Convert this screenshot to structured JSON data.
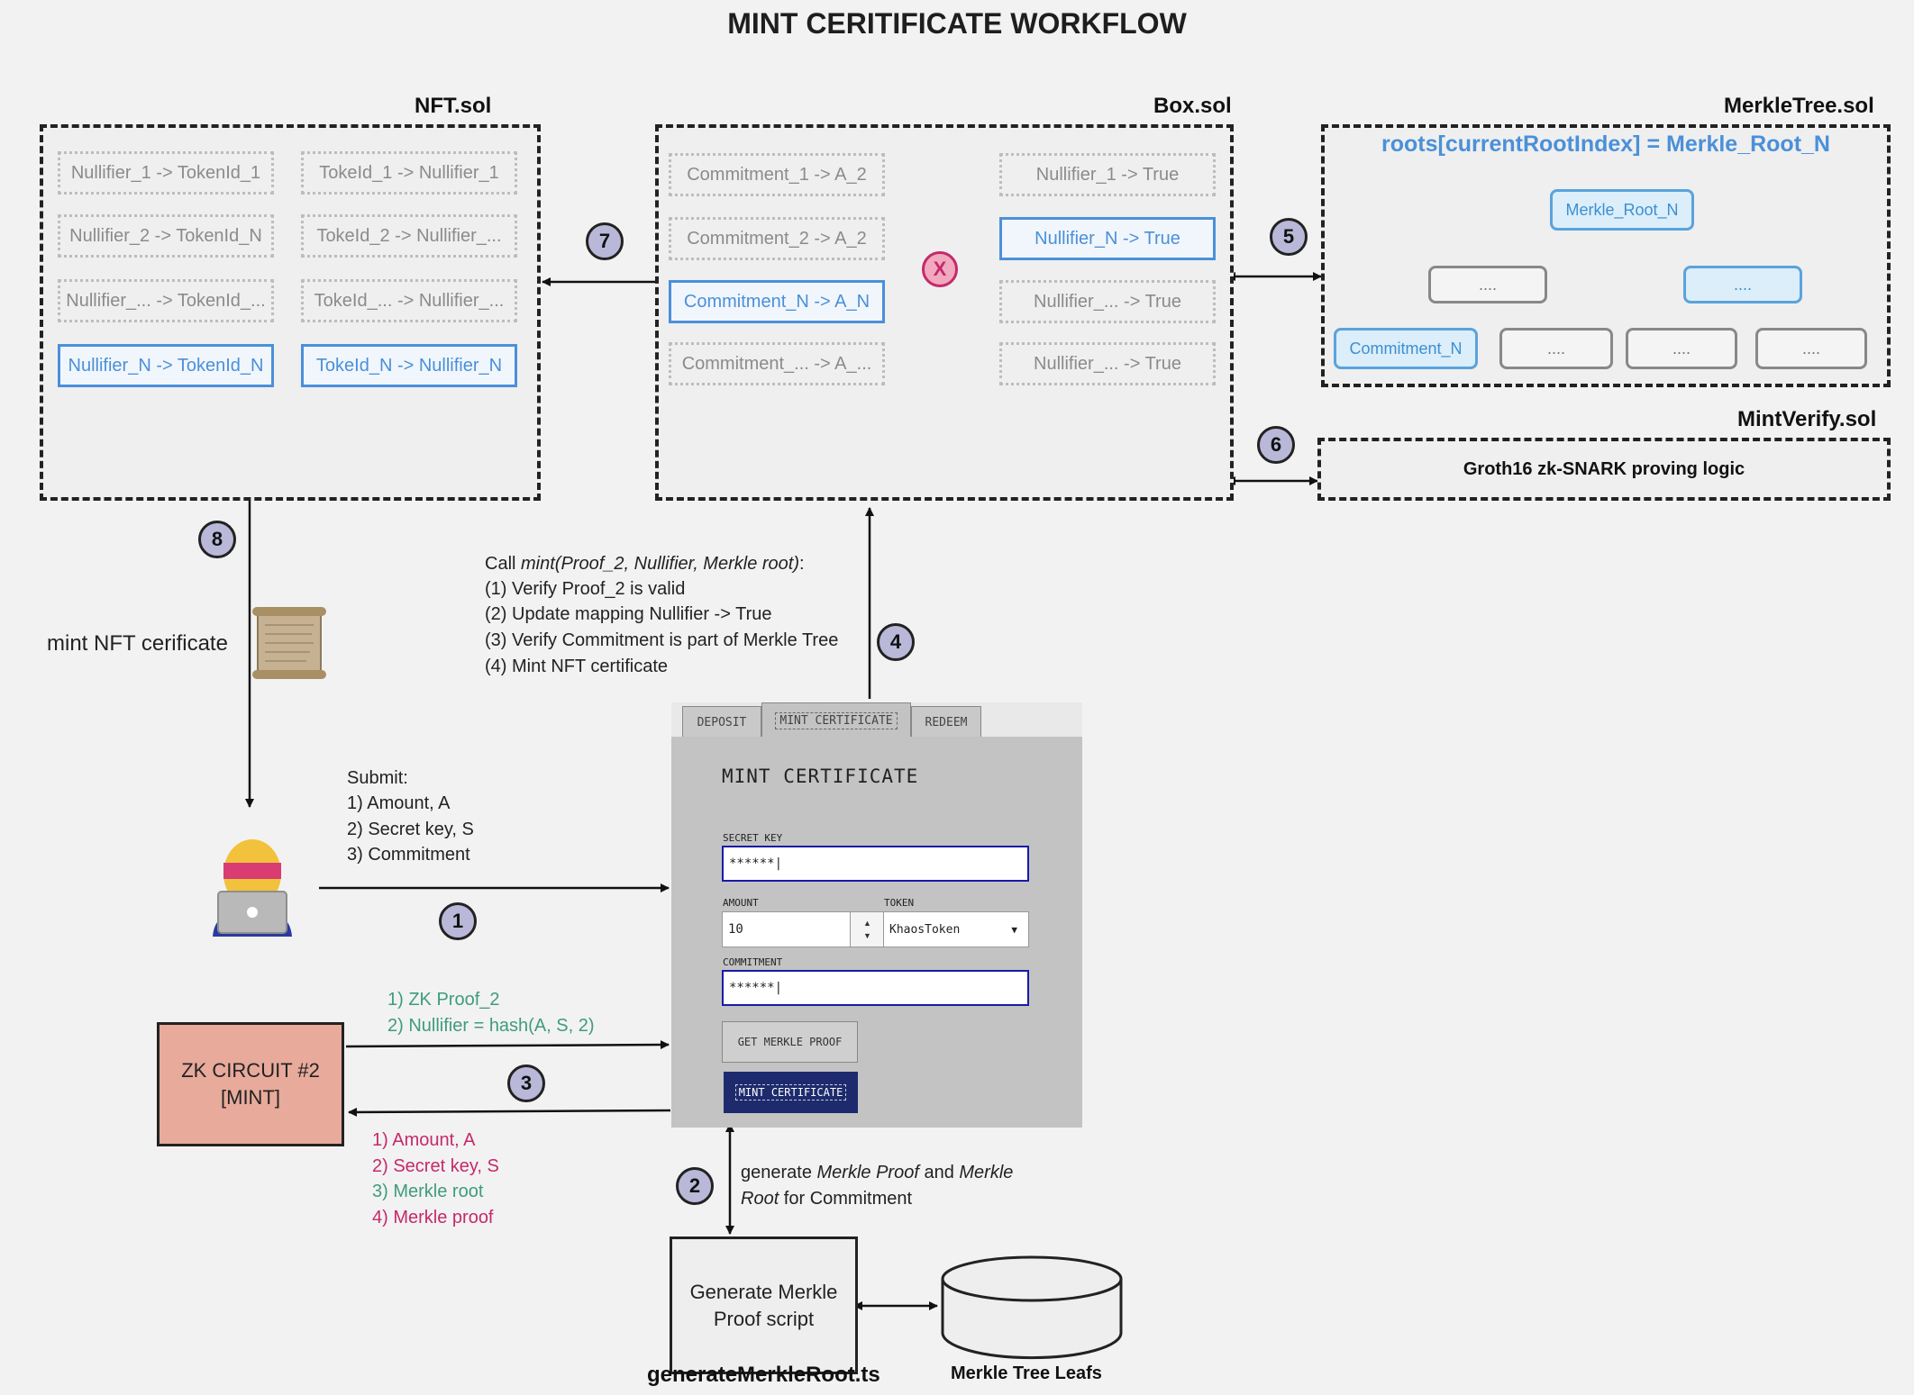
{
  "title": "MINT CERITIFICATE WORKFLOW",
  "contracts": {
    "nft": {
      "label": "NFT.sol",
      "rows": [
        {
          "left": "Nullifier_1 -> TokenId_1",
          "right": "TokeId_1 -> Nullifier_1"
        },
        {
          "left": "Nullifier_2 -> TokenId_N",
          "right": "TokeId_2 -> Nullifier_..."
        },
        {
          "left": "Nullifier_... -> TokenId_...",
          "right": "TokeId_... -> Nullifier_..."
        },
        {
          "left": "Nullifier_N -> TokenId_N",
          "right": "TokeId_N -> Nullifier_N"
        }
      ]
    },
    "box": {
      "label": "Box.sol",
      "commitments": [
        "Commitment_1 -> A_2",
        "Commitment_2 -> A_2",
        "Commitment_N -> A_N",
        "Commitment_... -> A_..."
      ],
      "nullifiers": [
        "Nullifier_1 -> True",
        "Nullifier_N -> True",
        "Nullifier_... -> True",
        "Nullifier_... -> True"
      ],
      "x_mark": "X"
    },
    "merkle": {
      "label": "MerkleTree.sol",
      "root_text": "roots[currentRootIndex] = Merkle_Root_N",
      "root_node": "Merkle_Root_N",
      "mid_left": "....",
      "mid_right": "....",
      "leaf_1": "Commitment_N",
      "leaf_2": "....",
      "leaf_3": "....",
      "leaf_4": "...."
    },
    "verify": {
      "label": "MintVerify.sol",
      "text": "Groth16 zk-SNARK proving logic"
    }
  },
  "steps": [
    "1",
    "2",
    "3",
    "4",
    "5",
    "6",
    "7",
    "8"
  ],
  "mint_nft_label": "mint NFT cerificate",
  "call": {
    "prefix": "Call ",
    "fn": "mint(Proof_2, Nullifier, Merkle root)",
    "suffix": ":",
    "lines": [
      "(1) Verify Proof_2 is valid",
      "(2) Update mapping Nullifier -> True",
      "(3) Verify Commitment is part of Merkle Tree",
      "(4) Mint NFT certificate"
    ]
  },
  "submit": {
    "title": "Submit:",
    "lines": [
      "1) Amount, A",
      "2) Secret key, S",
      "3) Commitment"
    ]
  },
  "zk_out": [
    "1) ZK Proof_2",
    "2) Nullifier = hash(A, S, 2)"
  ],
  "zk_in": [
    {
      "text": "1) Amount, A",
      "color": "#c5296b"
    },
    {
      "text": "2) Secret key, S",
      "color": "#c5296b"
    },
    {
      "text": "3) Merkle root",
      "color": "#3e9c7c"
    },
    {
      "text": "4) Merkle proof",
      "color": "#c5296b"
    }
  ],
  "zk_circuit": {
    "line1": "ZK CIRCUIT #2",
    "line2": "[MINT]"
  },
  "gen_text": {
    "a": "generate ",
    "b": "Merkle Proof",
    "c": " and ",
    "d": "Merkle",
    "e": "Root",
    "f": " for Commitment"
  },
  "gen_box": {
    "line1": "Generate Merkle",
    "line2": "Proof script",
    "file": "generateMerkleRoot.ts"
  },
  "db_label": "Merkle Tree Leafs",
  "app": {
    "tabs": [
      "DEPOSIT",
      "MINT CERTIFICATE",
      "REDEEM"
    ],
    "heading": "MINT CERTIFICATE",
    "secret_label": "SECRET KEY",
    "secret_value": "******|",
    "amount_label": "AMOUNT",
    "amount_value": "10",
    "token_label": "TOKEN",
    "token_value": "KhaosToken",
    "commitment_label": "COMMITMENT",
    "commitment_value": "******|",
    "btn_proof": "GET MERKLE PROOF",
    "btn_mint": "MINT CERTIFICATE"
  }
}
